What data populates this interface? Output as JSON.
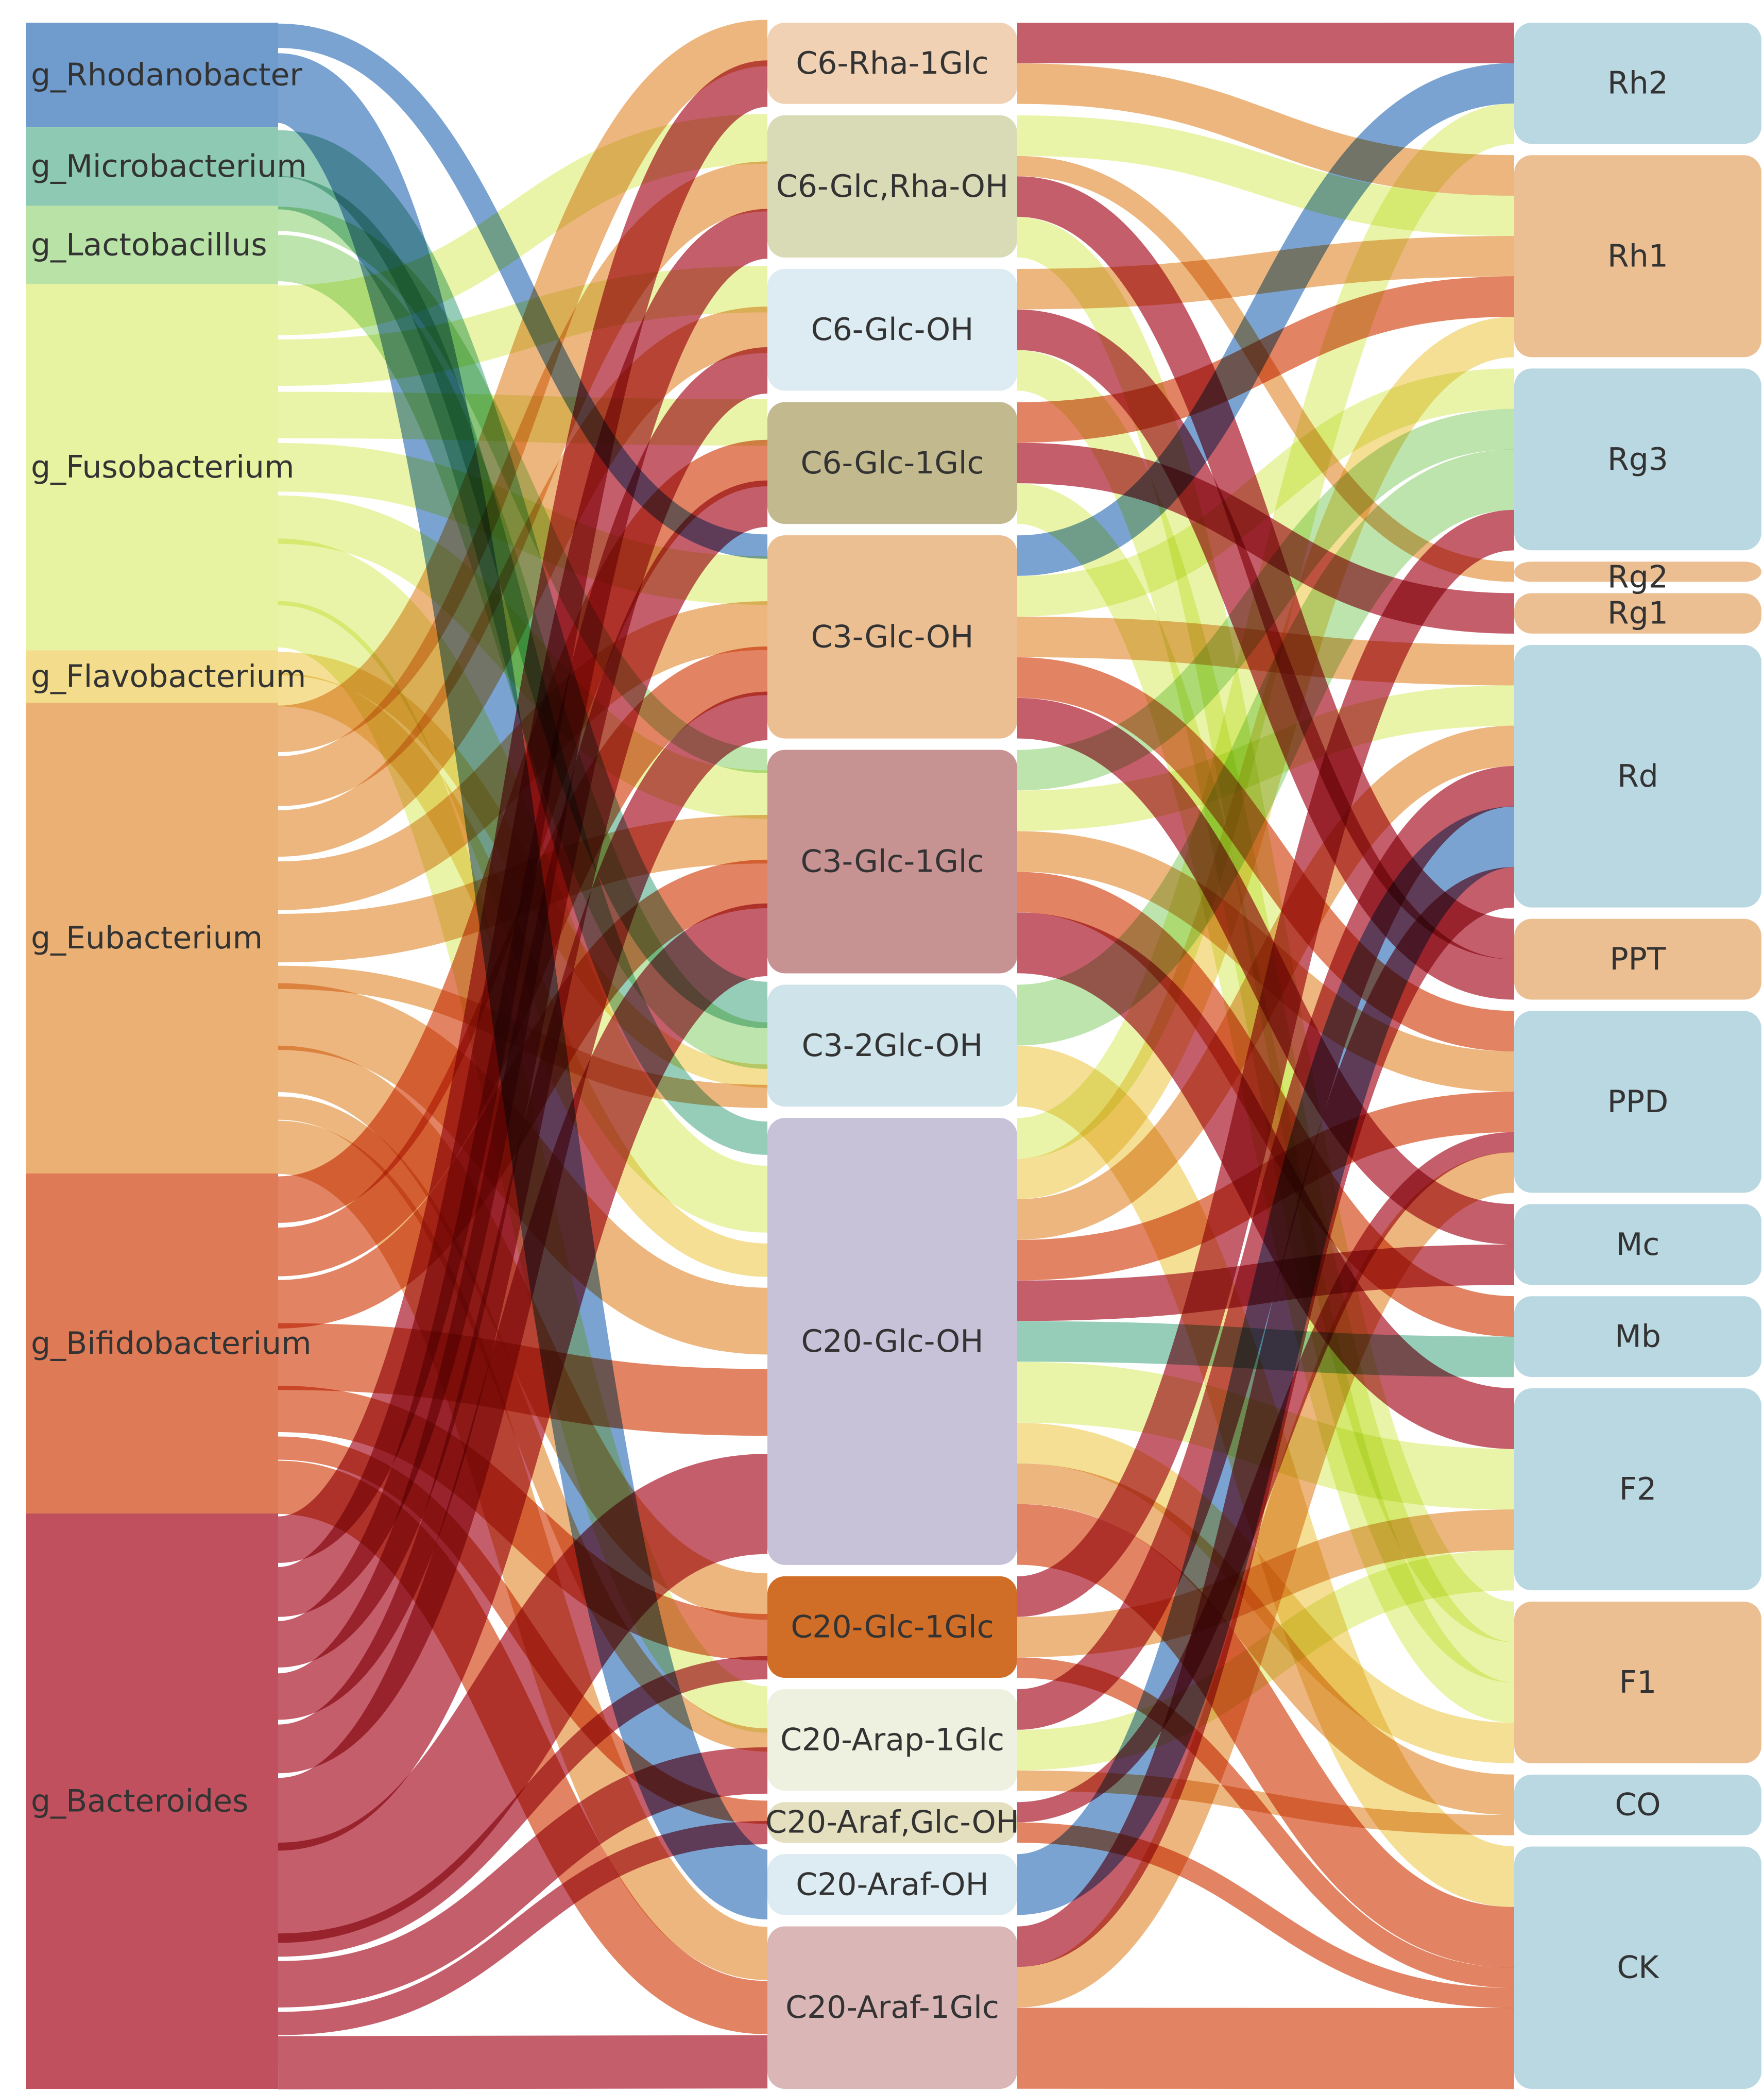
{
  "diagram": {
    "type": "sankey",
    "columns": [
      {
        "name": "bacteria",
        "nodes": [
          {
            "id": "rhodanobacter",
            "label": "g_Rhodanobacter",
            "color": "#6f9bcd"
          },
          {
            "id": "microbacterium",
            "label": "g_Microbacterium",
            "color": "#8dc9b3"
          },
          {
            "id": "lactobacillus",
            "label": "g_Lactobacillus",
            "color": "#b8e2a6"
          },
          {
            "id": "fusobacterium",
            "label": "g_Fusobacterium",
            "color": "#e8f3a2"
          },
          {
            "id": "flavobacterium",
            "label": "g_Flavobacterium",
            "color": "#f3dc8c"
          },
          {
            "id": "eubacterium",
            "label": "g_Eubacterium",
            "color": "#ebb073"
          },
          {
            "id": "bifidobacterium",
            "label": "g_Bifidobacterium",
            "color": "#df7a56"
          },
          {
            "id": "bacteroides",
            "label": "g_Bacteroides",
            "color": "#c0505e"
          }
        ]
      },
      {
        "name": "reactions",
        "nodes": [
          {
            "id": "c6rha1glc",
            "label": "C6-Rha-1Glc",
            "color": "#f0d1b4"
          },
          {
            "id": "c6glcrhaoh",
            "label": "C6-Glc,Rha-OH",
            "color": "#d9dab6"
          },
          {
            "id": "c6glcoh",
            "label": "C6-Glc-OH",
            "color": "#ddecf2"
          },
          {
            "id": "c6glc1glc",
            "label": "C6-Glc-1Glc",
            "color": "#c2b98f"
          },
          {
            "id": "c3glcoh",
            "label": "C3-Glc-OH",
            "color": "#ebbf92"
          },
          {
            "id": "c3glc1glc",
            "label": "C3-Glc-1Glc",
            "color": "#c79292"
          },
          {
            "id": "c32glcoh",
            "label": "C3-2Glc-OH",
            "color": "#cfe3ea"
          },
          {
            "id": "c20glcoh",
            "label": "C20-Glc-OH",
            "color": "#c7c2d8"
          },
          {
            "id": "c20glc1glc",
            "label": "C20-Glc-1Glc",
            "color": "#d06d26"
          },
          {
            "id": "c20arap1glc",
            "label": "C20-Arap-1Glc",
            "color": "#eef1df"
          },
          {
            "id": "c20arafglcoh",
            "label": "C20-Araf,Glc-OH",
            "color": "#e4dfbf"
          },
          {
            "id": "c20arafoh",
            "label": "C20-Araf-OH",
            "color": "#ddecf2"
          },
          {
            "id": "c20araf1glc",
            "label": "C20-Araf-1Glc",
            "color": "#dbb6b6"
          }
        ]
      },
      {
        "name": "ginsenosides",
        "nodes": [
          {
            "id": "rh2",
            "label": "Rh2",
            "color": "#b9d8e2"
          },
          {
            "id": "rh1",
            "label": "Rh1",
            "color": "#ebbf92"
          },
          {
            "id": "rg3",
            "label": "Rg3",
            "color": "#b9d8e2"
          },
          {
            "id": "rg2",
            "label": "Rg2",
            "color": "#ebbf92"
          },
          {
            "id": "rg1",
            "label": "Rg1",
            "color": "#ebbf92"
          },
          {
            "id": "rd",
            "label": "Rd",
            "color": "#b9d8e2"
          },
          {
            "id": "ppt",
            "label": "PPT",
            "color": "#ebbf92"
          },
          {
            "id": "ppd",
            "label": "PPD",
            "color": "#b9d8e2"
          },
          {
            "id": "mc",
            "label": "Mc",
            "color": "#b9d8e2"
          },
          {
            "id": "mb",
            "label": "Mb",
            "color": "#b9d8e2"
          },
          {
            "id": "f2",
            "label": "F2",
            "color": "#b9d8e2"
          },
          {
            "id": "f1",
            "label": "F1",
            "color": "#ebbf92"
          },
          {
            "id": "co",
            "label": "CO",
            "color": "#b9d8e2"
          },
          {
            "id": "ck",
            "label": "CK",
            "color": "#b9d8e2"
          }
        ]
      }
    ],
    "links_stage1": [
      [
        "rhodanobacter",
        "c3glcoh",
        1
      ],
      [
        "rhodanobacter",
        "c20arafoh",
        3
      ],
      [
        "microbacterium",
        "c32glcoh",
        2
      ],
      [
        "microbacterium",
        "c20glcoh",
        1
      ],
      [
        "lactobacillus",
        "c3glc1glc",
        1
      ],
      [
        "lactobacillus",
        "c32glcoh",
        2
      ],
      [
        "fusobacterium",
        "c6glcrhaoh",
        2
      ],
      [
        "fusobacterium",
        "c6glcoh",
        2
      ],
      [
        "fusobacterium",
        "c6glc1glc",
        2
      ],
      [
        "fusobacterium",
        "c3glcoh",
        2
      ],
      [
        "fusobacterium",
        "c3glc1glc",
        2
      ],
      [
        "fusobacterium",
        "c20glcoh",
        2
      ],
      [
        "fusobacterium",
        "c20arap1glc",
        2
      ],
      [
        "flavobacterium",
        "c32glcoh",
        1
      ],
      [
        "flavobacterium",
        "c20glcoh",
        1
      ],
      [
        "eubacterium",
        "c6rha1glc",
        2
      ],
      [
        "eubacterium",
        "c6glcrhaoh",
        2
      ],
      [
        "eubacterium",
        "c6glcoh",
        2
      ],
      [
        "eubacterium",
        "c3glcoh",
        2
      ],
      [
        "eubacterium",
        "c3glc1glc",
        2
      ],
      [
        "eubacterium",
        "c32glcoh",
        1
      ],
      [
        "eubacterium",
        "c20glcoh",
        2
      ],
      [
        "eubacterium",
        "c20glc1glc",
        2
      ],
      [
        "eubacterium",
        "c20arap1glc",
        1
      ],
      [
        "eubacterium",
        "c20araf1glc",
        2
      ],
      [
        "bifidobacterium",
        "c6glc1glc",
        2
      ],
      [
        "bifidobacterium",
        "c3glcoh",
        2
      ],
      [
        "bifidobacterium",
        "c3glc1glc",
        2
      ],
      [
        "bifidobacterium",
        "c20glcoh",
        2
      ],
      [
        "bifidobacterium",
        "c20glc1glc",
        2
      ],
      [
        "bifidobacterium",
        "c20arafglcoh",
        1
      ],
      [
        "bifidobacterium",
        "c20araf1glc",
        2
      ],
      [
        "bacteroides",
        "c6rha1glc",
        2
      ],
      [
        "bacteroides",
        "c6glcrhaoh",
        2
      ],
      [
        "bacteroides",
        "c6glcoh",
        2
      ],
      [
        "bacteroides",
        "c6glc1glc",
        2
      ],
      [
        "bacteroides",
        "c3glcoh",
        2
      ],
      [
        "bacteroides",
        "c3glc1glc",
        3
      ],
      [
        "bacteroides",
        "c20glcoh",
        3
      ],
      [
        "bacteroides",
        "c20glc1glc",
        1
      ],
      [
        "bacteroides",
        "c20arap1glc",
        2
      ],
      [
        "bacteroides",
        "c20arafglcoh",
        1
      ],
      [
        "bacteroides",
        "c20araf1glc",
        2
      ]
    ],
    "links_stage2": [
      [
        "c6rha1glc",
        "rh2",
        2
      ],
      [
        "c6rha1glc",
        "rh1",
        2
      ],
      [
        "c6glcrhaoh",
        "rh1",
        2
      ],
      [
        "c6glcrhaoh",
        "rg2",
        1
      ],
      [
        "c6glcrhaoh",
        "ppt",
        2
      ],
      [
        "c6glcrhaoh",
        "f1",
        2
      ],
      [
        "c6glcoh",
        "rh1",
        2
      ],
      [
        "c6glcoh",
        "ppt",
        2
      ],
      [
        "c6glcoh",
        "f1",
        2
      ],
      [
        "c6glc1glc",
        "rh1",
        2
      ],
      [
        "c6glc1glc",
        "rg1",
        2
      ],
      [
        "c6glc1glc",
        "f1",
        2
      ],
      [
        "c3glcoh",
        "rh2",
        2
      ],
      [
        "c3glcoh",
        "rg3",
        2
      ],
      [
        "c3glcoh",
        "rd",
        2
      ],
      [
        "c3glcoh",
        "ppd",
        2
      ],
      [
        "c3glcoh",
        "mc",
        2
      ],
      [
        "c3glc1glc",
        "rg3",
        2
      ],
      [
        "c3glc1glc",
        "rd",
        2
      ],
      [
        "c3glc1glc",
        "ppd",
        2
      ],
      [
        "c3glc1glc",
        "mb",
        2
      ],
      [
        "c3glc1glc",
        "f2",
        3
      ],
      [
        "c32glcoh",
        "rg3",
        3
      ],
      [
        "c32glcoh",
        "ck",
        3
      ],
      [
        "c20glcoh",
        "rh2",
        2
      ],
      [
        "c20glcoh",
        "rh1",
        2
      ],
      [
        "c20glcoh",
        "rd",
        2
      ],
      [
        "c20glcoh",
        "ppd",
        2
      ],
      [
        "c20glcoh",
        "mc",
        2
      ],
      [
        "c20glcoh",
        "mb",
        2
      ],
      [
        "c20glcoh",
        "f2",
        3
      ],
      [
        "c20glcoh",
        "f1",
        2
      ],
      [
        "c20glcoh",
        "co",
        2
      ],
      [
        "c20glcoh",
        "ck",
        3
      ],
      [
        "c20glc1glc",
        "rg3",
        2
      ],
      [
        "c20glc1glc",
        "f2",
        2
      ],
      [
        "c20glc1glc",
        "ck",
        1
      ],
      [
        "c20arap1glc",
        "rd",
        2
      ],
      [
        "c20arap1glc",
        "f2",
        2
      ],
      [
        "c20arap1glc",
        "co",
        1
      ],
      [
        "c20arafglcoh",
        "ppd",
        1
      ],
      [
        "c20arafglcoh",
        "ck",
        1
      ],
      [
        "c20arafoh",
        "rd",
        3
      ],
      [
        "c20araf1glc",
        "rd",
        2
      ],
      [
        "c20araf1glc",
        "ppd",
        2
      ],
      [
        "c20araf1glc",
        "ck",
        4
      ]
    ]
  }
}
